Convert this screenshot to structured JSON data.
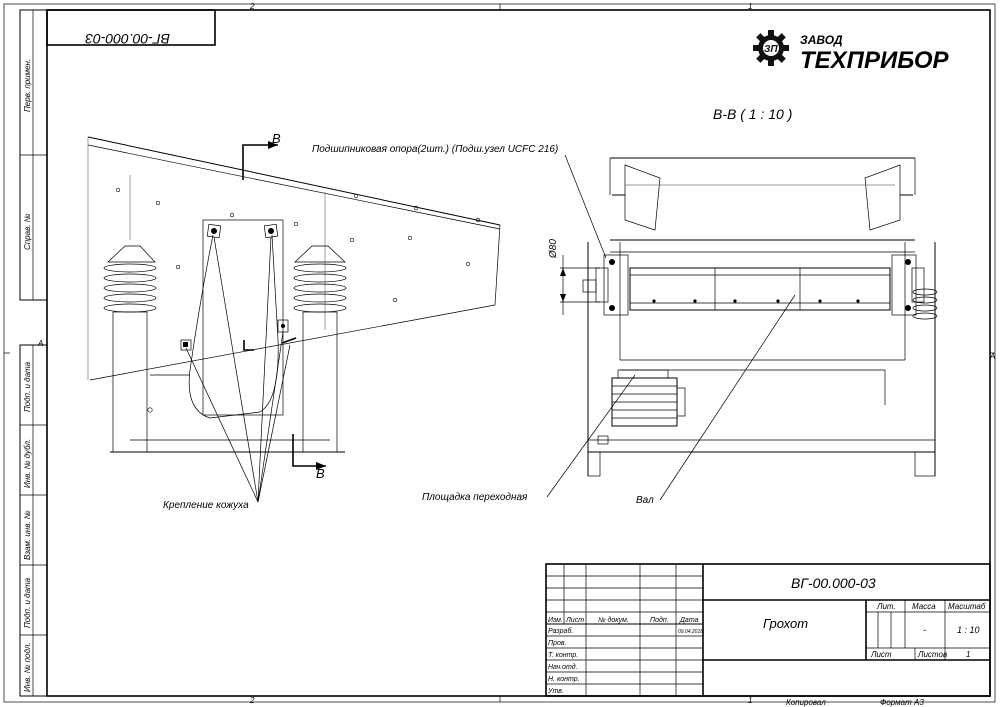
{
  "stamp_mirrored": "ВГ-00.000-03",
  "logo": {
    "line1": "ЗАВОД",
    "line2": "ТЕХПРИБОР"
  },
  "section_title": "В-В ( 1 : 10 )",
  "zone_numbers": {
    "top_left": "2",
    "top_right": "1",
    "bottom_left": "2",
    "bottom_right": "1"
  },
  "zone_letters": {
    "left": "А",
    "right": "А"
  },
  "left_strip": [
    "Перв. примен.",
    "Справ. №",
    "Подп. и дата",
    "Инв. № дубл.",
    "Взам. инв. №",
    "Подп. и дата",
    "Инв. № подл."
  ],
  "section_marks": {
    "top": "В",
    "bottom": "В"
  },
  "callouts": {
    "bearing": "Подшипниковая опора(2шт.) (Подш.узел UCFC 216)",
    "cover_fastening": "Крепление кожуха",
    "walkway": "Площадка переходная",
    "shaft": "Вал"
  },
  "dimension": "Ø80",
  "title_block": {
    "designation": "ВГ-00.000-03",
    "name": "Грохот",
    "header": [
      "Изм.",
      "Лист",
      "№ докум.",
      "Подп.",
      "Дата"
    ],
    "date": "09.04.2018",
    "roles": [
      "Разраб.",
      "Пров.",
      "Т. контр.",
      "Нач.отд.",
      "Н. контр.",
      "Утв."
    ],
    "lit_label": "Лит.",
    "mass_label": "Масса",
    "scale_label": "Масштаб",
    "mass_value": "-",
    "scale_value": "1 : 10",
    "sheet_label": "Лист",
    "sheets_label": "Листов",
    "sheets_value": "1"
  },
  "footer": {
    "copied": "Копировал",
    "format": "Формат А3"
  }
}
